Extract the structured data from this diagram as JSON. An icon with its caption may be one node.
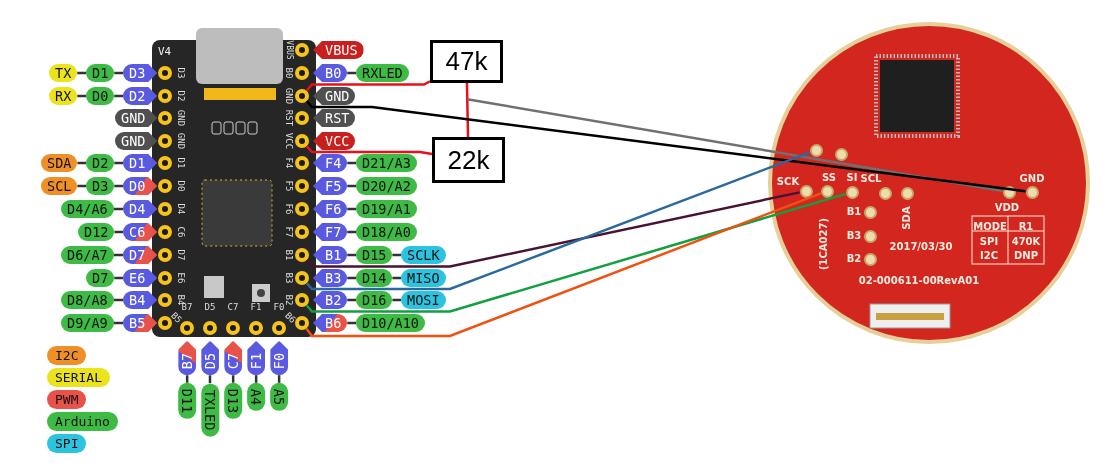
{
  "diagram": {
    "nodes": [
      {
        "text": [
          "V4"
        ]
      },
      {
        "text": [],
        "shape": "circle",
        "in": 0,
        "beside": [
          "D3"
        ]
      },
      {
        "text": [],
        "shape": "circle",
        "in": 0,
        "beside": [
          "D2"
        ]
      },
      {
        "text": [],
        "shape": "circle",
        "in": 0,
        "beside": [
          "GND"
        ]
      },
      {
        "text": [],
        "shape": "circle",
        "in": 0,
        "beside": [
          "GND"
        ]
      },
      {
        "text": [],
        "shape": "circle",
        "in": 0,
        "beside": [
          "D1"
        ]
      },
      {
        "text": [],
        "shape": "circle",
        "in": 0,
        "beside": [
          "D0"
        ]
      },
      {
        "text": [],
        "shape": "circle",
        "in": 0,
        "beside": [
          "D4"
        ]
      },
      {
        "text": [],
        "shape": "circle",
        "in": 0,
        "beside": [
          "C6"
        ]
      },
      {
        "text": [],
        "shape": "circle",
        "in": 0,
        "beside": [
          "D7"
        ]
      },
      {
        "text": [],
        "shape": "circle",
        "in": 0,
        "beside": [
          "E6"
        ]
      },
      {
        "text": [],
        "shape": "circle",
        "in": 0,
        "beside": [
          "B4"
        ]
      },
      {
        "text": [],
        "shape": "circle",
        "in": 0,
        "beside": [
          "B5"
        ]
      },
      {
        "text": [],
        "shape": "circle",
        "in": 0,
        "beside": [
          "VBUS"
        ]
      },
      {
        "text": [],
        "shape": "circle",
        "in": 0,
        "beside": [
          "B0"
        ]
      },
      {
        "text": [],
        "shape": "circle",
        "in": 0,
        "beside": [
          "GND"
        ]
      },
      {
        "text": [],
        "shape": "circle",
        "in": 0,
        "beside": [
          "RST"
        ]
      },
      {
        "text": [],
        "shape": "circle",
        "in": 0,
        "beside": [
          "VCC"
        ]
      },
      {
        "text": [],
        "shape": "circle",
        "in": 0,
        "beside": [
          "F4"
        ]
      },
      {
        "text": [],
        "shape": "circle",
        "in": 0,
        "beside": [
          "F5"
        ]
      },
      {
        "text": [],
        "shape": "circle",
        "in": 0,
        "beside": [
          "F6"
        ]
      },
      {
        "text": [],
        "shape": "circle",
        "in": 0,
        "beside": [
          "F7"
        ]
      },
      {
        "text": [],
        "shape": "circle",
        "in": 0,
        "beside": [
          "B1"
        ]
      },
      {
        "text": [],
        "shape": "circle",
        "in": 0,
        "beside": [
          "B3"
        ]
      },
      {
        "text": [],
        "shape": "circle",
        "in": 0,
        "beside": [
          "B2"
        ]
      },
      {
        "text": [],
        "shape": "circle",
        "in": 0,
        "beside": [
          "B6"
        ]
      },
      {
        "text": [],
        "shape": "circle",
        "in": 0,
        "beside": [
          "B7"
        ]
      },
      {
        "text": [],
        "shape": "circle",
        "in": 0,
        "beside": [
          "D5"
        ]
      },
      {
        "text": [],
        "shape": "circle",
        "in": 0,
        "beside": [
          "C7"
        ]
      },
      {
        "text": [],
        "shape": "circle",
        "in": 0,
        "beside": [
          "F1"
        ]
      },
      {
        "text": [],
        "shape": "circle",
        "in": 0,
        "beside": [
          "F0"
        ]
      },
      {
        "text": [
          "TX"
        ]
      },
      {
        "text": [
          "D1"
        ]
      },
      {
        "text": [
          "D3"
        ]
      },
      {
        "text": [
          "RX"
        ]
      },
      {
        "text": [
          "D0"
        ]
      },
      {
        "text": [
          "D2"
        ]
      },
      {
        "text": [
          "GND"
        ]
      },
      {
        "text": [
          "GND"
        ]
      },
      {
        "text": [
          "SDA"
        ]
      },
      {
        "text": [
          "D2"
        ]
      },
      {
        "text": [
          "D1"
        ]
      },
      {
        "text": [
          "SCL"
        ]
      },
      {
        "text": [
          "D3"
        ]
      },
      {
        "text": [
          "D0"
        ]
      },
      {
        "text": [
          "D4/A6"
        ]
      },
      {
        "text": [
          "D4"
        ]
      },
      {
        "text": [
          "D12"
        ]
      },
      {
        "text": [
          "C6"
        ]
      },
      {
        "text": [
          "D6/A7"
        ]
      },
      {
        "text": [
          "D7"
        ]
      },
      {
        "text": [
          "D7"
        ]
      },
      {
        "text": [
          "E6"
        ]
      },
      {
        "text": [
          "D8/A8"
        ]
      },
      {
        "text": [
          "B4"
        ]
      },
      {
        "text": [
          "D9/A9"
        ]
      },
      {
        "text": [
          "B5"
        ]
      },
      {
        "text": [
          "VBUS"
        ]
      },
      {
        "text": [
          "B0"
        ]
      },
      {
        "text": [
          "RXLED"
        ]
      },
      {
        "text": [
          "GND"
        ]
      },
      {
        "text": [
          "RST"
        ]
      },
      {
        "text": [
          "VCC"
        ]
      },
      {
        "text": [
          "F4"
        ]
      },
      {
        "text": [
          "D21/A3"
        ]
      },
      {
        "text": [
          "F5"
        ]
      },
      {
        "text": [
          "D20/A2"
        ]
      },
      {
        "text": [
          "F6"
        ]
      },
      {
        "text": [
          "D19/A1"
        ]
      },
      {
        "text": [
          "F7"
        ]
      },
      {
        "text": [
          "D18/A0"
        ]
      },
      {
        "text": [
          "B1"
        ]
      },
      {
        "text": [
          "D15"
        ]
      },
      {
        "text": [
          "SCLK"
        ]
      },
      {
        "text": [
          "B3"
        ]
      },
      {
        "text": [
          "D14"
        ]
      },
      {
        "text": [
          "MISO"
        ]
      },
      {
        "text": [
          "B2"
        ]
      },
      {
        "text": [
          "D16"
        ]
      },
      {
        "text": [
          "MOSI"
        ]
      },
      {
        "text": [
          "B6"
        ]
      },
      {
        "text": [
          "D10/A10"
        ]
      },
      {
        "text": [
          "B7"
        ]
      },
      {
        "text": [
          "D5"
        ]
      },
      {
        "text": [
          "C7"
        ]
      },
      {
        "text": [
          "F1"
        ]
      },
      {
        "text": [
          "F0"
        ]
      },
      {
        "text": [
          "D11"
        ]
      },
      {
        "text": [
          "TXLED"
        ]
      },
      {
        "text": [
          "D13"
        ]
      },
      {
        "text": [
          "A4"
        ]
      },
      {
        "text": [
          "A5"
        ]
      },
      {
        "text": [
          "47k"
        ]
      },
      {
        "text": [
          "22k"
        ]
      },
      {
        "text": [],
        "shape": "picture"
      },
      {
        "text": [],
        "shape": "circle",
        "in": 94
      },
      {
        "text": [],
        "shape": "circle",
        "in": 94
      },
      {
        "text": [],
        "shape": "circle",
        "in": 94,
        "beside": [
          "SCK"
        ]
      },
      {
        "text": [],
        "shape": "circle",
        "in": 94,
        "beside": [
          "SS"
        ]
      },
      {
        "text": [],
        "shape": "circle",
        "in": 94,
        "beside": [
          "SI"
        ]
      },
      {
        "text": [],
        "shape": "circle",
        "in": 94,
        "beside": [
          "SCL"
        ]
      },
      {
        "text": [],
        "shape": "circle",
        "in": 94,
        "beside": [
          "SDA"
        ]
      },
      {
        "text": [],
        "shape": "circle",
        "in": 94,
        "beside": [
          "B1"
        ]
      },
      {
        "text": [],
        "shape": "circle",
        "in": 94,
        "beside": [
          "B3"
        ]
      },
      {
        "text": [],
        "shape": "circle",
        "in": 94,
        "beside": [
          "B2"
        ]
      },
      {
        "text": [],
        "shape": "circle",
        "in": 94,
        "beside": [
          "VDD"
        ]
      },
      {
        "text": [],
        "shape": "circle",
        "in": 94,
        "beside": [
          "GND"
        ]
      }
    ],
    "edges": [
      {
        "from": 31,
        "to": 32,
        "arrow": "none"
      },
      {
        "from": 32,
        "to": 33,
        "arrow": "none"
      },
      {
        "from": 34,
        "to": 35,
        "arrow": "none"
      },
      {
        "from": 35,
        "to": 36,
        "arrow": "none"
      },
      {
        "from": 39,
        "to": 40,
        "arrow": "none"
      },
      {
        "from": 40,
        "to": 41,
        "arrow": "none"
      },
      {
        "from": 42,
        "to": 43,
        "arrow": "none"
      },
      {
        "from": 43,
        "to": 44,
        "arrow": "none"
      },
      {
        "from": 45,
        "to": 46,
        "arrow": "none"
      },
      {
        "from": 47,
        "to": 48,
        "arrow": "none"
      },
      {
        "from": 49,
        "to": 50,
        "arrow": "none"
      },
      {
        "from": 51,
        "to": 52,
        "arrow": "none"
      },
      {
        "from": 53,
        "to": 54,
        "arrow": "none"
      },
      {
        "from": 55,
        "to": 56,
        "arrow": "none"
      },
      {
        "from": 58,
        "to": 59,
        "arrow": "none"
      },
      {
        "from": 63,
        "to": 64,
        "arrow": "none"
      },
      {
        "from": 65,
        "to": 66,
        "arrow": "none"
      },
      {
        "from": 67,
        "to": 68,
        "arrow": "none"
      },
      {
        "from": 69,
        "to": 70,
        "arrow": "none"
      },
      {
        "from": 71,
        "to": 72,
        "arrow": "none"
      },
      {
        "from": 72,
        "to": 73,
        "arrow": "none"
      },
      {
        "from": 74,
        "to": 75,
        "arrow": "none"
      },
      {
        "from": 75,
        "to": 76,
        "arrow": "none"
      },
      {
        "from": 77,
        "to": 78,
        "arrow": "none"
      },
      {
        "from": 78,
        "to": 79,
        "arrow": "none"
      },
      {
        "from": 80,
        "to": 81,
        "arrow": "none"
      },
      {
        "from": 82,
        "to": 87,
        "arrow": "none"
      },
      {
        "from": 83,
        "to": 88,
        "arrow": "none"
      },
      {
        "from": 84,
        "to": 89,
        "arrow": "none"
      },
      {
        "from": 85,
        "to": 90,
        "arrow": "none"
      },
      {
        "from": 86,
        "to": 91,
        "arrow": "none"
      },
      {
        "from": 15,
        "to": 92,
        "arrow": "none",
        "color": "#e8101a"
      },
      {
        "from": 92,
        "to": 93,
        "arrow": "none",
        "color": "#e8101a"
      },
      {
        "from": 17,
        "to": 93,
        "arrow": "none",
        "color": "#e8101a"
      },
      {
        "from": null,
        "to": 105,
        "arrow": "none",
        "color": "#707070"
      },
      {
        "from": 15,
        "to": 106,
        "arrow": "none",
        "color": "#000000"
      },
      {
        "from": 22,
        "to": 97,
        "arrow": "none",
        "color": "#4a1232"
      },
      {
        "from": 23,
        "to": 95,
        "arrow": "none",
        "color": "#2a68a0"
      },
      {
        "from": 24,
        "to": 99,
        "arrow": "none",
        "color": "#10a040"
      },
      {
        "from": 25,
        "to": 98,
        "arrow": "none",
        "color": "#f05010"
      }
    ],
    "labels": [
      "(1CA027)",
      "2017/03/30",
      "02-000611-00RevA01",
      "MODE",
      "R1",
      "SPI",
      "470K",
      "I2C",
      "DNP"
    ],
    "legend": [
      {
        "text": "I2C",
        "color": "#ef9027"
      },
      {
        "text": "SERIAL",
        "color": "#ebe31c"
      },
      {
        "text": "PWM",
        "color": "#e8524a"
      },
      {
        "text": "Arduino",
        "color": "#3dbb44"
      },
      {
        "text": "SPI",
        "color": "#2bc3df"
      }
    ]
  }
}
